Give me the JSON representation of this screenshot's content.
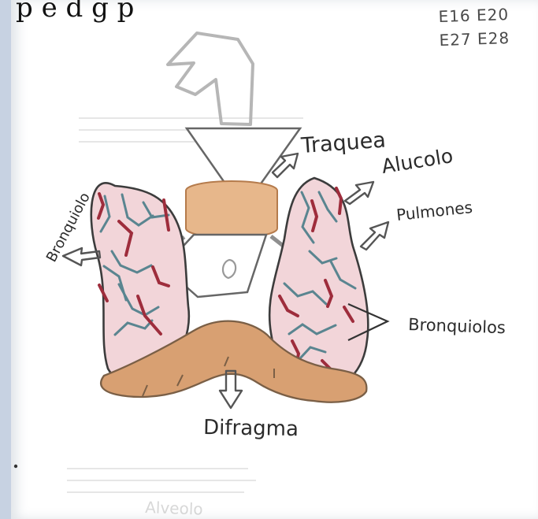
{
  "page": {
    "header_text": "p e d      g  p",
    "corner_text": [
      "E16 E20",
      "E27 E28"
    ]
  },
  "labels": {
    "trachea": "Traquea",
    "alveolus": "Alucolo",
    "lungs": "Pulmones",
    "bronchiole": "Bronquiolo",
    "bronchioles": "Bronquiolos",
    "diaphragm": "Difragma",
    "faint_bottom": "Alveolo"
  },
  "colors": {
    "background": "#c7d2e2",
    "paper": "#ffffff",
    "pencil": "#4a4a4a",
    "lung_fill": "#f2d5d9",
    "blood_red": "#9e2d3c",
    "vein_blue": "#5a8590",
    "diaphragm_fill": "#d8a072",
    "ring_fill": "#e7b78b"
  },
  "icons": [
    "smoke-icon",
    "arrow-icon",
    "lung-icon",
    "diaphragm-icon"
  ]
}
